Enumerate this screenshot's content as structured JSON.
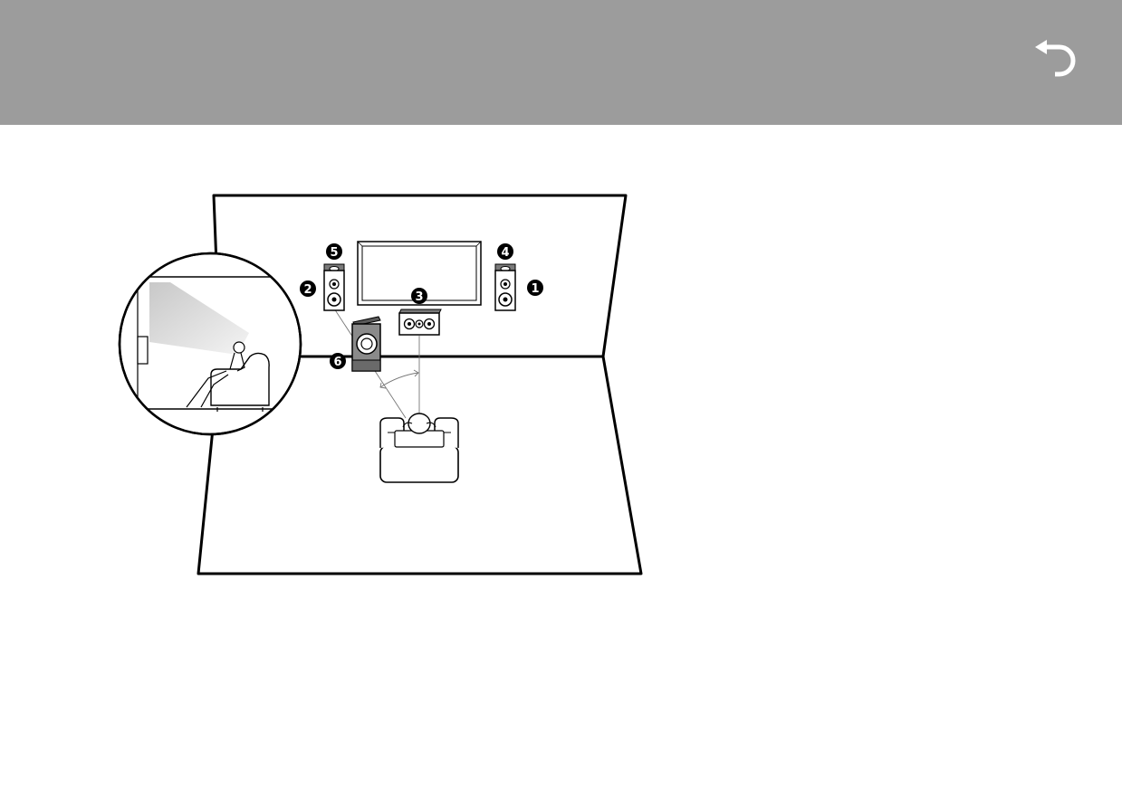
{
  "header": {
    "back_icon": "back-arrow-icon",
    "background": "#9c9c9c"
  },
  "diagram": {
    "callouts": [
      "1",
      "2",
      "3",
      "4",
      "5",
      "6"
    ]
  }
}
